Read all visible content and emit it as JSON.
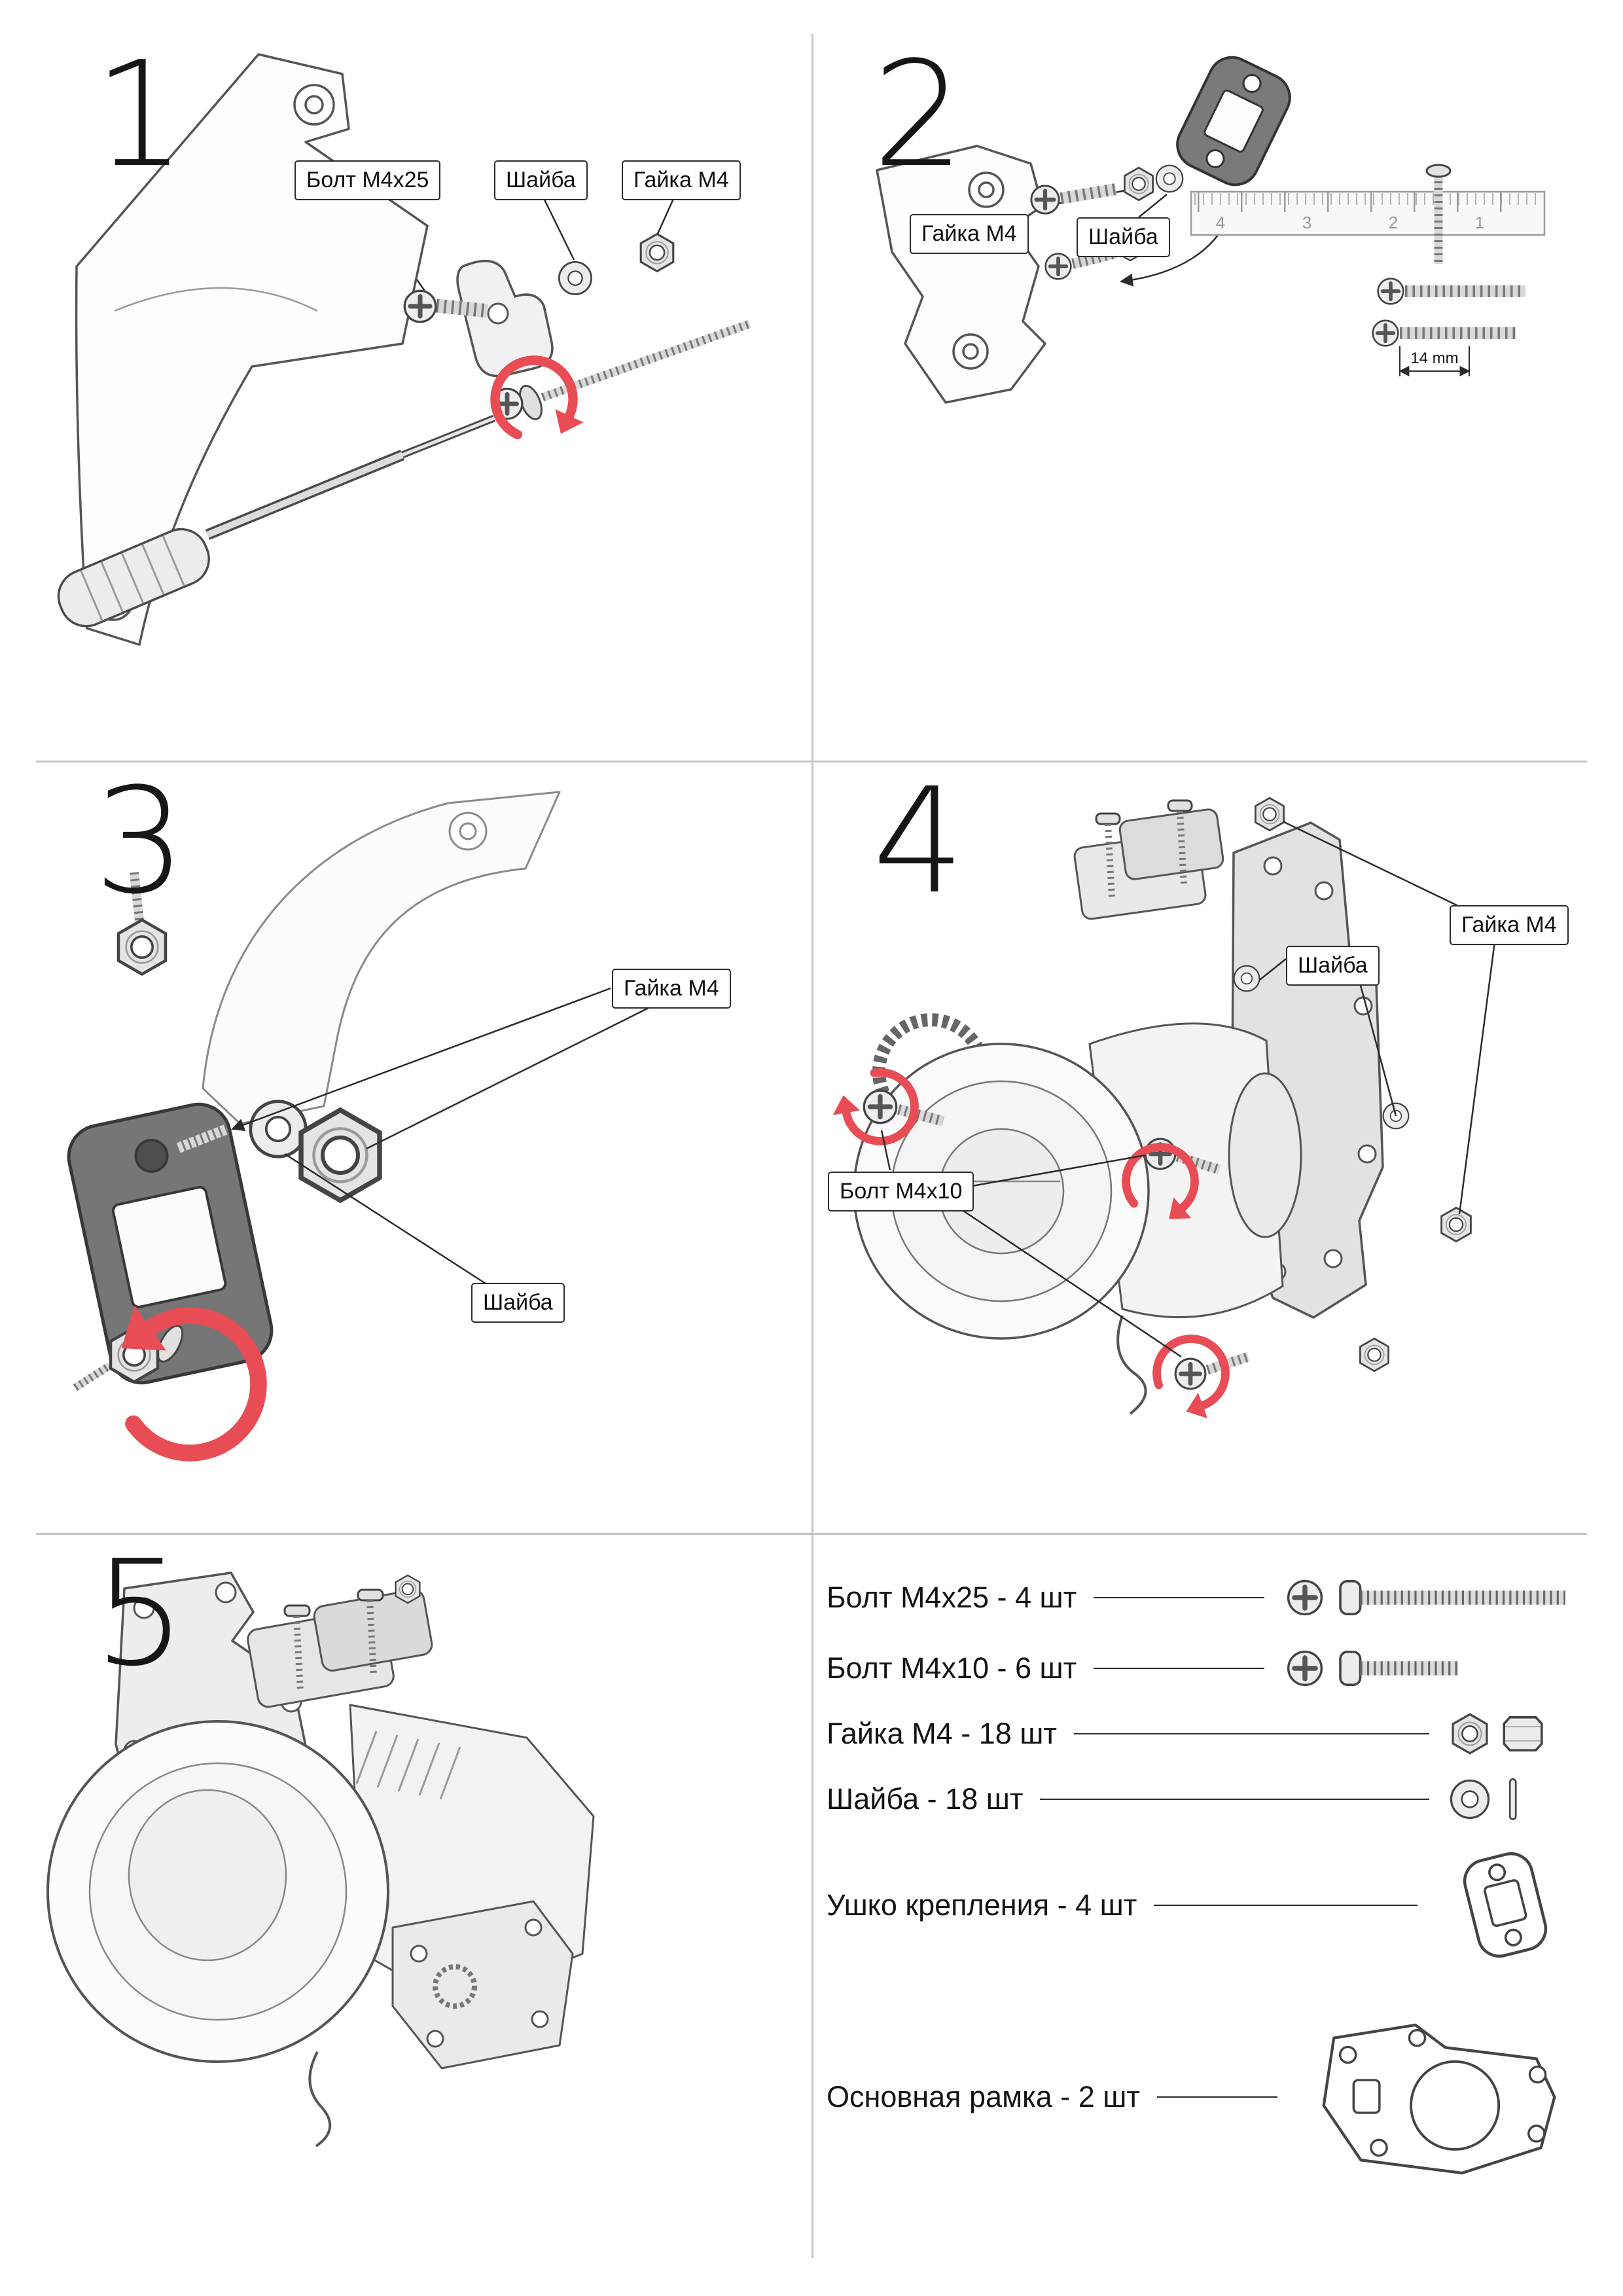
{
  "document": {
    "type": "assembly-instructions",
    "language": "ru"
  },
  "colors": {
    "accent_red": "#e84c55",
    "line_dark": "#2b2b2b",
    "divider_gray": "#c4c4c4",
    "dark_part": "#767676"
  },
  "steps": [
    {
      "number": "1",
      "labels": {
        "bolt": "Болт M4x25",
        "washer": "Шайба",
        "nut": "Гайка M4"
      }
    },
    {
      "number": "2",
      "labels": {
        "nut": "Гайка M4",
        "washer": "Шайба"
      },
      "dimension": "14 mm",
      "ruler": [
        "4",
        "3",
        "2",
        "1"
      ]
    },
    {
      "number": "3",
      "labels": {
        "nut": "Гайка M4",
        "washer": "Шайба"
      }
    },
    {
      "number": "4",
      "labels": {
        "nut": "Гайка M4",
        "washer": "Шайба",
        "bolt": "Болт M4x10"
      }
    },
    {
      "number": "5"
    }
  ],
  "parts_list": {
    "items": [
      {
        "label": "Болт M4x25 - 4 шт",
        "icon": "bolt-m4x25-icon"
      },
      {
        "label": "Болт M4x10 - 6 шт",
        "icon": "bolt-m4x10-icon"
      },
      {
        "label": "Гайка M4 - 18 шт",
        "icon": "nut-m4-icon"
      },
      {
        "label": "Шайба - 18 шт",
        "icon": "washer-icon"
      },
      {
        "label": "Ушко крепления - 4 шт",
        "icon": "mounting-ear-icon"
      },
      {
        "label": "Основная рамка - 2 шт",
        "icon": "main-frame-icon"
      }
    ]
  }
}
